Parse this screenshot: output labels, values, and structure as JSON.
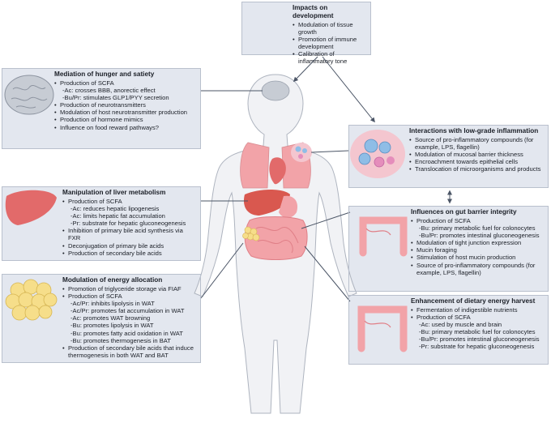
{
  "boxes": {
    "development": {
      "title": "Impacts on development",
      "items": [
        {
          "t": "Modulation of tissue growth",
          "sub": false
        },
        {
          "t": "Promotion of immune development",
          "sub": false
        },
        {
          "t": "Calibration of inflammatory tone",
          "sub": false
        }
      ]
    },
    "hunger": {
      "title": "Mediation of hunger and satiety",
      "items": [
        {
          "t": "Production of SCFA",
          "sub": false
        },
        {
          "t": "-Ac: crosses BBB, anorectic effect",
          "sub": true
        },
        {
          "t": "-Bu/Pr: stimulates GLP1/PYY secretion",
          "sub": true
        },
        {
          "t": "Production of neurotransmitters",
          "sub": false
        },
        {
          "t": "Modulation of host neurotransmitter production",
          "sub": false
        },
        {
          "t": "Production of hormone mimics",
          "sub": false
        },
        {
          "t": "Influence on food reward pathways?",
          "sub": false
        }
      ]
    },
    "inflammation": {
      "title": "Interactions with low-grade inflammation",
      "items": [
        {
          "t": "Source of pro-inflammatory compounds (for example, LPS, flagellin)",
          "sub": false
        },
        {
          "t": "Modulation of mucosal barrier thickness",
          "sub": false
        },
        {
          "t": "Encroachment towards epithelial cells",
          "sub": false
        },
        {
          "t": "Translocation of microorganisms and products",
          "sub": false
        }
      ]
    },
    "liver": {
      "title": "Manipulation of liver metabolism",
      "items": [
        {
          "t": "Production of SCFA",
          "sub": false
        },
        {
          "t": "-Ac: reduces hepatic lipogenesis",
          "sub": true
        },
        {
          "t": "-Ac: limits hepatic fat accumulation",
          "sub": true
        },
        {
          "t": "-Pr: substrate for hepatic gluconeogenesis",
          "sub": true
        },
        {
          "t": "Inhibition of primary bile acid synthesis via FXR",
          "sub": false
        },
        {
          "t": "Deconjugation of primary bile acids",
          "sub": false
        },
        {
          "t": "Production of secondary bile acids",
          "sub": false
        }
      ]
    },
    "barrier": {
      "title": "Influences on gut barrier integrity",
      "items": [
        {
          "t": "Production of SCFA",
          "sub": false
        },
        {
          "t": "-Bu: primary metabolic fuel for colonocytes",
          "sub": true
        },
        {
          "t": "-Bu/Pr: promotes intestinal gluconeogenesis",
          "sub": true
        },
        {
          "t": "Modulation of tight junction expression",
          "sub": false
        },
        {
          "t": "Mucin foraging",
          "sub": false
        },
        {
          "t": "Stimulation of host mucin production",
          "sub": false
        },
        {
          "t": "Source of pro-inflammatory compounds (for example, LPS, flagellin)",
          "sub": false
        }
      ]
    },
    "energy_allocation": {
      "title": "Modulation of energy allocation",
      "items": [
        {
          "t": "Promotion of triglyceride storage via FIAF",
          "sub": false
        },
        {
          "t": "Production of SCFA",
          "sub": false
        },
        {
          "t": "-Ac/Pr: inhibits lipolysis in WAT",
          "sub": true
        },
        {
          "t": "-Ac/Pr: promotes fat accumulation in WAT",
          "sub": true
        },
        {
          "t": "-Ac: promotes WAT browning",
          "sub": true
        },
        {
          "t": "-Bu: promotes lipolysis in WAT",
          "sub": true
        },
        {
          "t": "-Bu: promotes fatty acid oxidation in WAT",
          "sub": true
        },
        {
          "t": "-Bu: promotes thermogenesis in BAT",
          "sub": true
        },
        {
          "t": "Production of secondary bile acids that induce thermogenesis in both WAT and BAT",
          "sub": false
        }
      ]
    },
    "harvest": {
      "title": "Enhancement of dietary energy harvest",
      "items": [
        {
          "t": "Fermentation of indigestible nutrients",
          "sub": false
        },
        {
          "t": "Production of SCFA",
          "sub": false
        },
        {
          "t": "-Ac: used by muscle and brain",
          "sub": true
        },
        {
          "t": "-Bu: primary metabolic fuel for colonocytes",
          "sub": true
        },
        {
          "t": "-Bu/Pr: promotes intestinal gluconeogenesis",
          "sub": true
        },
        {
          "t": "-Pr: substrate for hepatic gluconeogenesis",
          "sub": true
        }
      ]
    }
  },
  "colors": {
    "box_fill": "#e3e7ef",
    "box_border": "#b9c0cd",
    "body_fill": "#f1f2f5",
    "organ_red": "#e26a6a",
    "organ_pink": "#f2a3a8",
    "fat_yellow": "#f6de8a",
    "brain_grey": "#c7ccd4",
    "connector": "#4b5566"
  }
}
